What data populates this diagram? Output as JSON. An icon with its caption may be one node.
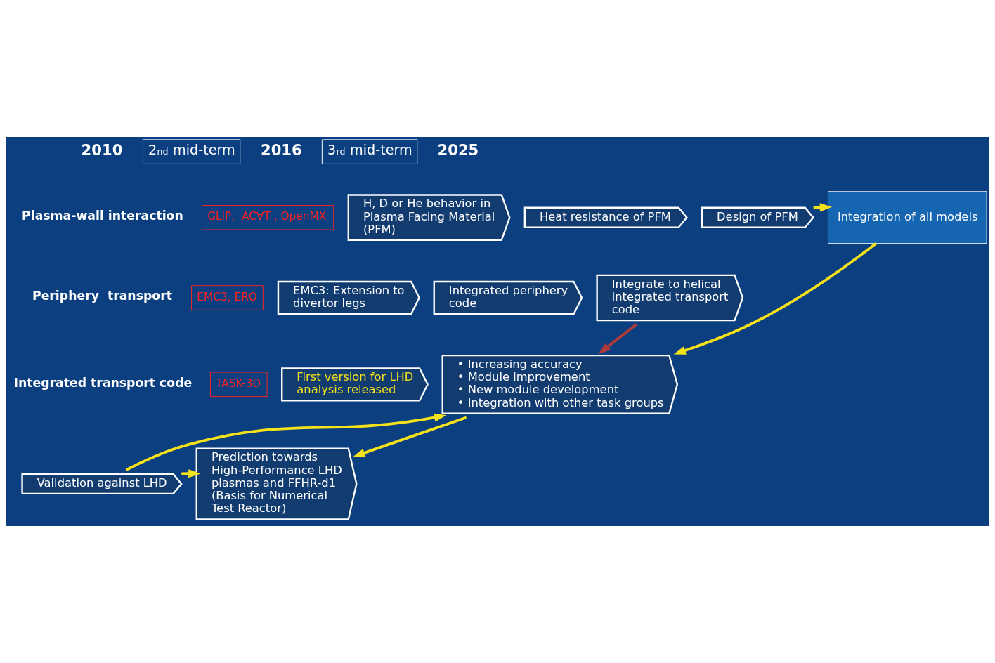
{
  "diagram": {
    "nodes": [
      {
        "text": [
          "2$^{nd}$ mid-term"
        ]
      },
      {
        "text": [
          "3$^{rd}$ mid-term"
        ]
      },
      {
        "text": [
          "GLIP,  AC∀T , OpenMX"
        ]
      },
      {
        "text": [
          "H, D or He behavior in Plasma Facing Material (PFM)"
        ]
      },
      {
        "text": [
          "Heat resistance of PFM"
        ]
      },
      {
        "text": [
          "Design of PFM"
        ]
      },
      {
        "text": [
          "EMC3, ERO"
        ]
      },
      {
        "text": [
          "EMC3: Extension to divertor legs"
        ]
      },
      {
        "text": [
          "Integrated periphery code"
        ]
      },
      {
        "text": [
          "Integrate to helical integrated transport code"
        ]
      },
      {
        "text": [
          "TASK-3D"
        ]
      },
      {
        "text": [
          "First version for LHD analysis released"
        ]
      },
      {
        "text": [
          "• Increasing accuracy",
          "• Module improvement",
          "• New module development",
          "• Integration with other task groups"
        ]
      },
      {
        "text": [
          "Validation against LHD"
        ]
      },
      {
        "text": [
          "Prediction towards High-Performance LHD plasmas and FFHR-d1 (Basis for Numerical Test Reactor)"
        ]
      },
      {
        "text": [
          "Integration of all models"
        ]
      }
    ],
    "edges": [
      {
        "from": 5,
        "to": 15,
        "arrow": "to"
      },
      {
        "from": 15,
        "to": 12,
        "arrow": "to"
      },
      {
        "from": 9,
        "to": 12,
        "arrow": "to",
        "color": "#b03a3a"
      },
      {
        "from": 12,
        "to": 14,
        "arrow": "to"
      },
      {
        "from": 13,
        "to": 14,
        "arrow": "to"
      },
      {
        "from": 13,
        "to": 12,
        "arrow": "to"
      }
    ],
    "labels": [
      "2010",
      "2016",
      "2025",
      "Plasma-wall interaction",
      "Periphery  transport",
      "Integrated transport code"
    ]
  }
}
